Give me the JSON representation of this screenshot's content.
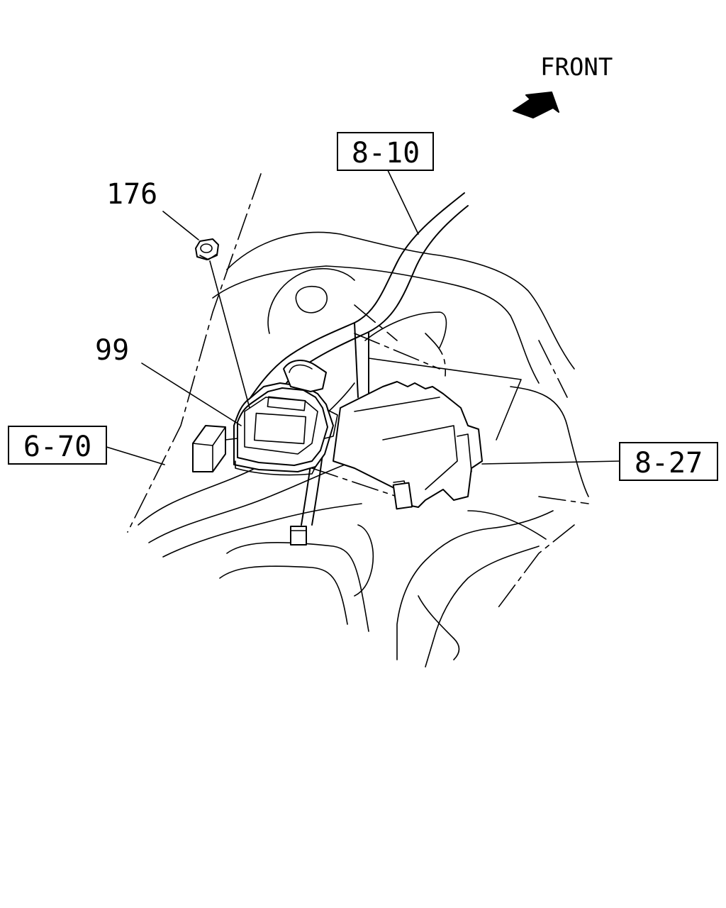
{
  "direction_label": "FRONT",
  "callouts": {
    "part_nut": "176",
    "part_module": "99",
    "ref_left": "6-70",
    "ref_top": "8-10",
    "ref_right": "8-27"
  },
  "colors": {
    "ink": "#000000",
    "paper": "#ffffff"
  }
}
